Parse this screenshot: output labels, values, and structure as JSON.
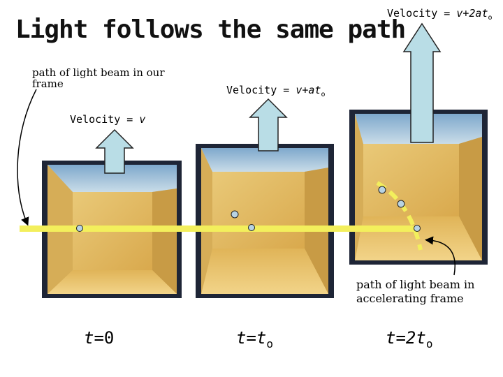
{
  "title": "Light follows the same path",
  "labels": {
    "our_frame_note": "path of light beam in our frame",
    "accel_frame_note": "path of light beam in accelerating frame"
  },
  "boxes": [
    {
      "velocity_prefix": "Velocity = ",
      "velocity_var": "v",
      "velocity_mid": "",
      "velocity_sub": "",
      "time_var": "t",
      "time_eq": "=0",
      "time_sub": ""
    },
    {
      "velocity_prefix": "Velocity = ",
      "velocity_var": "v",
      "velocity_mid": "+at",
      "velocity_sub": "o",
      "time_var": "t",
      "time_eq": "=t",
      "time_sub": "o"
    },
    {
      "velocity_prefix": "Velocity = ",
      "velocity_var": "v",
      "velocity_mid": "+2at",
      "velocity_sub": "o",
      "time_var": "t",
      "time_eq": "=2t",
      "time_sub": "o"
    }
  ],
  "colors": {
    "frame": "#1e2536",
    "box_top": "#8fb7d6",
    "box_inner": "#e3b95f",
    "beam": "#f3ef5c",
    "arrow_fill": "#b9dde6",
    "dot": "#b8d3e3"
  }
}
